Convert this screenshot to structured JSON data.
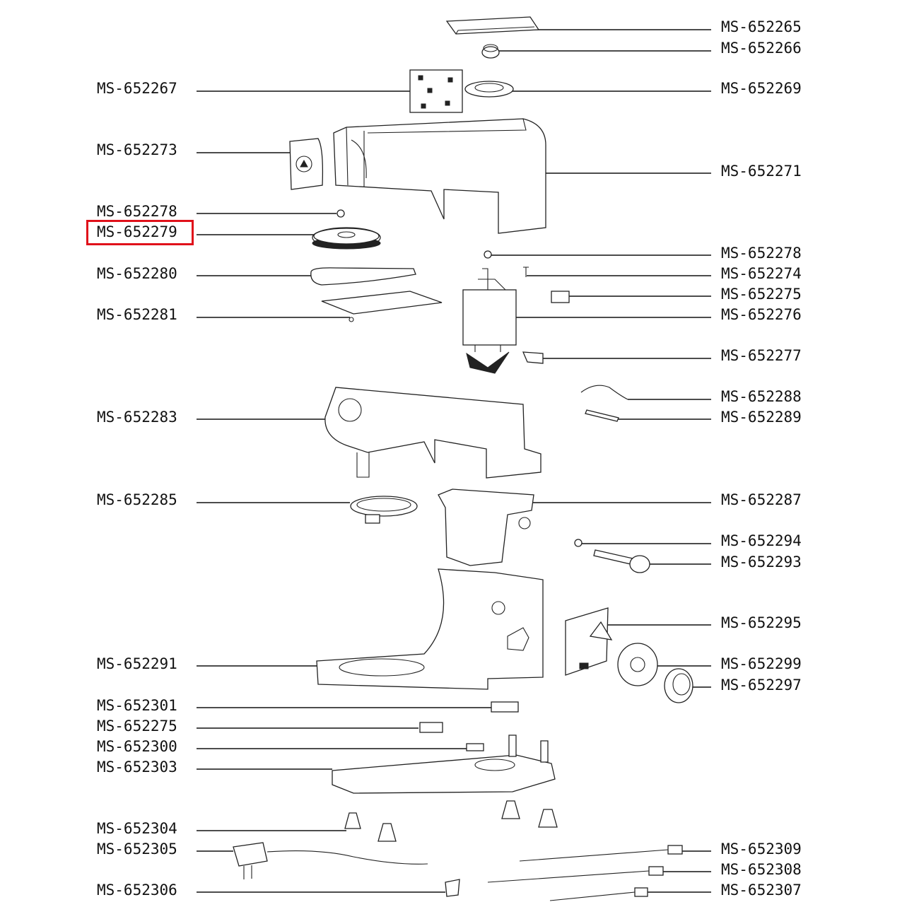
{
  "highlight": "MS-652279",
  "labels_left": [
    "MS-652267",
    "MS-652273",
    "MS-652278",
    "MS-652279",
    "MS-652280",
    "MS-652281",
    "MS-652283",
    "MS-652285",
    "MS-652291",
    "MS-652301",
    "MS-652275",
    "MS-652300",
    "MS-652303",
    "MS-652304",
    "MS-652305",
    "MS-652306"
  ],
  "labels_right": [
    "MS-652265",
    "MS-652266",
    "MS-652269",
    "MS-652271",
    "MS-652278",
    "MS-652274",
    "MS-652275",
    "MS-652276",
    "MS-652277",
    "MS-652288",
    "MS-652289",
    "MS-652287",
    "MS-652294",
    "MS-652293",
    "MS-652295",
    "MS-652299",
    "MS-652297",
    "MS-652309",
    "MS-652308",
    "MS-652307"
  ],
  "colors": {
    "highlight_box": "#e0101a",
    "line": "#111111"
  }
}
